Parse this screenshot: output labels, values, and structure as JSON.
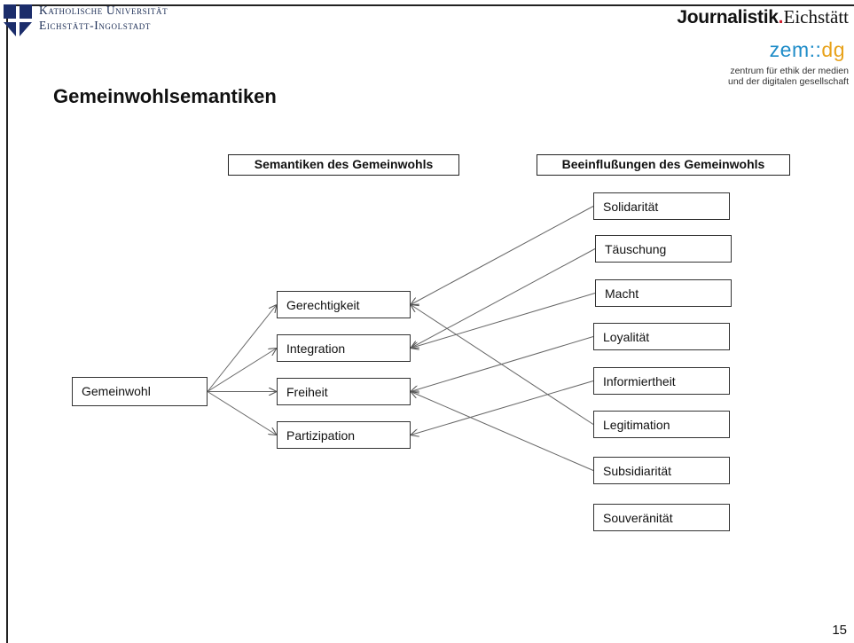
{
  "header": {
    "university_line1": "Katholische Universität",
    "university_line2": "Eichstätt-Ingolstadt",
    "brand_bold": "Journalistik",
    "brand_dot": ".",
    "brand_serif": "Eichstätt",
    "zem_part1": "zem::",
    "zem_part2": "dg",
    "zem_caption_line1": "zentrum für ethik der medien",
    "zem_caption_line2": "und der digitalen gesellschaft"
  },
  "slide": {
    "title": "Gemeinwohlsemantiken",
    "page_number": "15"
  },
  "diagram": {
    "header_semantics": "Semantiken des Gemeinwohls",
    "header_influences": "Beeinflußungen des Gemeinwohls",
    "root": "Gemeinwohl",
    "semantics": [
      "Gerechtigkeit",
      "Integration",
      "Freiheit",
      "Partizipation"
    ],
    "influences": [
      "Solidarität",
      "Täuschung",
      "Macht",
      "Loyalität",
      "Informiertheit",
      "Legitimation",
      "Subsidiarität",
      "Souveränität"
    ],
    "links": [
      {
        "from": "Gemeinwohl",
        "to": "Gerechtigkeit"
      },
      {
        "from": "Gemeinwohl",
        "to": "Integration"
      },
      {
        "from": "Gemeinwohl",
        "to": "Freiheit"
      },
      {
        "from": "Gemeinwohl",
        "to": "Partizipation"
      },
      {
        "from": "Solidarität",
        "to": "Gerechtigkeit"
      },
      {
        "from": "Täuschung",
        "to": "Integration"
      },
      {
        "from": "Macht",
        "to": "Integration"
      },
      {
        "from": "Loyalität",
        "to": "Freiheit"
      },
      {
        "from": "Informiertheit",
        "to": "Partizipation"
      },
      {
        "from": "Gerechtigkeit",
        "to": "Legitimation"
      },
      {
        "from": "Freiheit",
        "to": "Subsidiarität"
      }
    ]
  }
}
